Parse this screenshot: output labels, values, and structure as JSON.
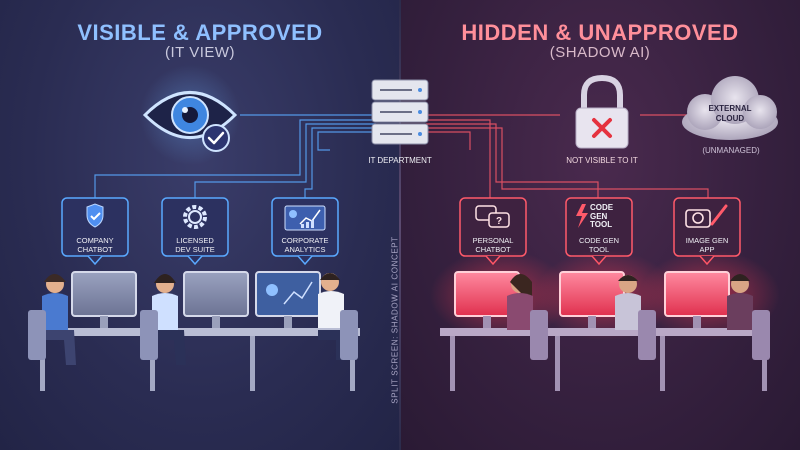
{
  "left": {
    "title": "VISIBLE & APPROVED",
    "subtitle": "(IT VIEW)",
    "tools": [
      {
        "label": "COMPANY\nCHATBOT",
        "icon": "shield-check-icon"
      },
      {
        "label": "LICENSED\nDEV SUITE",
        "icon": "gear-icon"
      },
      {
        "label": "CORPORATE\nANALYTICS",
        "icon": "analytics-dashboard-icon"
      }
    ]
  },
  "right": {
    "title": "HIDDEN & UNAPPROVED",
    "subtitle": "(SHADOW AI)",
    "tools": [
      {
        "label": "PERSONAL\nCHATBOT",
        "icon": "chat-bubbles-icon"
      },
      {
        "label": "CODE GEN\nTOOL",
        "icon": "lightning-code-icon",
        "icon_text": "CODE\nGEN\nTOOL"
      },
      {
        "label": "IMAGE GEN\nAPP",
        "icon": "camera-brush-icon"
      }
    ]
  },
  "center": {
    "server_label": "IT DEPARTMENT",
    "vertical_caption": "SPLIT SCREEN: SHADOW AI CONCEPT"
  },
  "lock": {
    "label": "NOT VISIBLE TO IT"
  },
  "cloud": {
    "label": "EXTERNAL\nCLOUD",
    "status": "(UNMANAGED)"
  },
  "colors": {
    "approved": "#5aa9ff",
    "unapproved": "#ff4d5e",
    "bg_left": "#2a2c52",
    "bg_right": "#35203e"
  }
}
